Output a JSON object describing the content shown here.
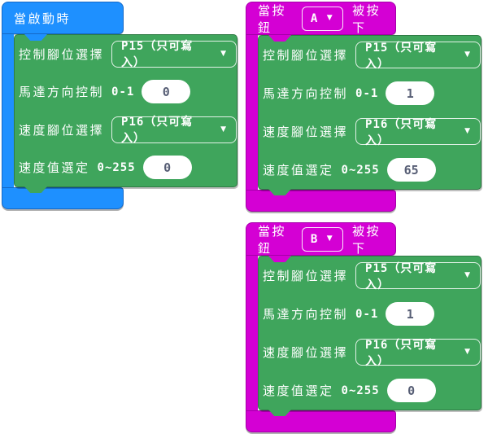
{
  "icons": {
    "dropdown_arrow": "▼"
  },
  "colors": {
    "block_blue": "#1E90FF",
    "block_blue_border": "#1468c6",
    "block_magenta": "#D400D4",
    "block_magenta_border": "#a400a8",
    "block_green": "#3FA55C",
    "block_green_border": "#2e7b44",
    "value_text": "#575E75",
    "label_text": "#ffffff"
  },
  "stacks": [
    {
      "name": "on-start",
      "header": {
        "label": "當啟動時"
      },
      "rows": [
        {
          "kind": "dropdown",
          "label": "控制腳位選擇",
          "value": "P15（只可寫入）"
        },
        {
          "kind": "number",
          "label": "馬達方向控制",
          "range": "0-1",
          "value": "0"
        },
        {
          "kind": "dropdown",
          "label": "速度腳位選擇",
          "value": "P16（只可寫入）"
        },
        {
          "kind": "number",
          "label": "速度值選定",
          "range": "0~255",
          "value": "0"
        }
      ]
    },
    {
      "name": "on-button-a-pressed",
      "header": {
        "prefix": "當按鈕",
        "button": "A",
        "suffix": "被按下"
      },
      "rows": [
        {
          "kind": "dropdown",
          "label": "控制腳位選擇",
          "value": "P15（只可寫入）"
        },
        {
          "kind": "number",
          "label": "馬達方向控制",
          "range": "0-1",
          "value": "1"
        },
        {
          "kind": "dropdown",
          "label": "速度腳位選擇",
          "value": "P16（只可寫入）"
        },
        {
          "kind": "number",
          "label": "速度值選定",
          "range": "0~255",
          "value": "65"
        }
      ]
    },
    {
      "name": "on-button-b-pressed",
      "header": {
        "prefix": "當按鈕",
        "button": "B",
        "suffix": "被按下"
      },
      "rows": [
        {
          "kind": "dropdown",
          "label": "控制腳位選擇",
          "value": "P15（只可寫入）"
        },
        {
          "kind": "number",
          "label": "馬達方向控制",
          "range": "0-1",
          "value": "1"
        },
        {
          "kind": "dropdown",
          "label": "速度腳位選擇",
          "value": "P16（只可寫入）"
        },
        {
          "kind": "number",
          "label": "速度值選定",
          "range": "0~255",
          "value": "0"
        }
      ]
    }
  ]
}
